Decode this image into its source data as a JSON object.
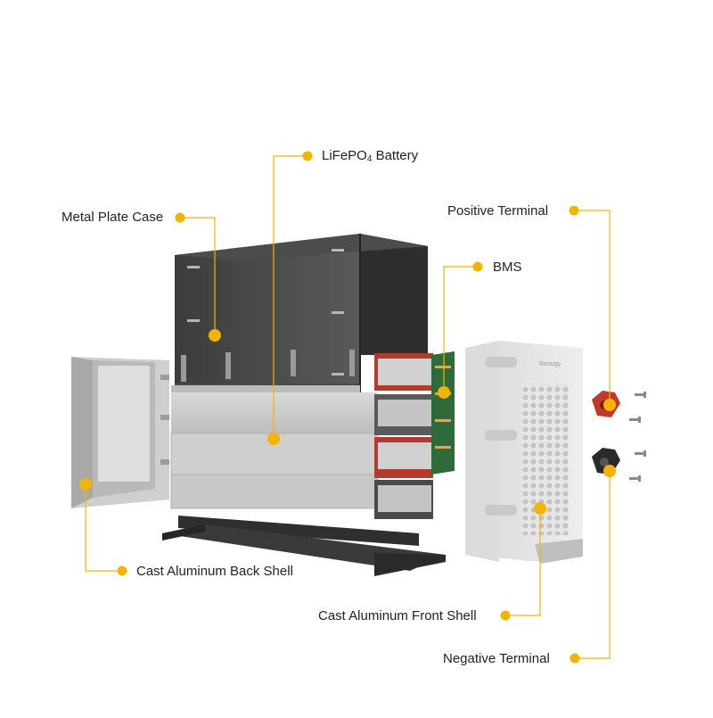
{
  "accent_color": "#f2b400",
  "labels": {
    "lifepo4_battery": {
      "main": "LiFePO",
      "sub": "4",
      "rest": " Battery"
    },
    "metal_plate_case": "Metal Plate Case",
    "positive_terminal": "Positive Terminal",
    "bms": "BMS",
    "cast_aluminum_back_shell": "Cast Aluminum Back Shell",
    "cast_aluminum_front_shell": "Cast Aluminum Front Shell",
    "negative_terminal": "Negative Terminal"
  },
  "front_shell_brand": "Renogy"
}
